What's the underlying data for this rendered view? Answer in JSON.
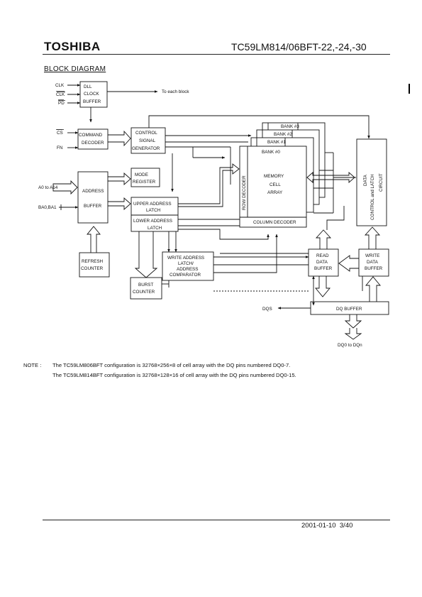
{
  "header": {
    "brand": "TOSHIBA",
    "part_number": "TC59LM814/06BFT-22,-24,-30"
  },
  "section_title": "BLOCK DIAGRAM",
  "diagram": {
    "signals": {
      "clk": "CLK",
      "clk_bar": "CLK",
      "pd": "PD",
      "cs": "CS",
      "fn": "FN",
      "addr": "A0 to A14",
      "ba": "BA0,BA1",
      "dqs": "DQS",
      "dq": "DQ0 to DQn",
      "to_each_block": "To each block"
    },
    "blocks": {
      "dll_1": "DLL",
      "dll_2": "CLOCK",
      "dll_3": "BUFFER",
      "cmd_1": "COMMAND",
      "cmd_2": "DECODER",
      "ctrl_1": "CONTROL",
      "ctrl_2": "SIGNAL",
      "ctrl_3": "GENERATOR",
      "mode_1": "MODE",
      "mode_2": "REGISTER",
      "addr_1": "ADDRESS",
      "addr_2": "BUFFER",
      "upper_1": "UPPER ADDRESS",
      "upper_2": "LATCH",
      "lower_1": "LOWER ADDRESS",
      "lower_2": "LATCH",
      "refresh_1": "REFRESH",
      "refresh_2": "COUNTER",
      "write_cmp_1": "WRITE ADDRESS",
      "write_cmp_2": "LATCH/",
      "write_cmp_3": "ADDRESS",
      "write_cmp_4": "COMPARATOR",
      "burst_1": "BURST",
      "burst_2": "COUNTER",
      "bank3": "BANK #3",
      "bank2": "BANK #2",
      "bank1": "BANK #1",
      "bank0": "BANK #0",
      "row_decoder": "ROW DECODER",
      "memory_1": "MEMORY",
      "memory_2": "CELL",
      "memory_3": "ARRAY",
      "column_decoder": "COLUMN DECODER",
      "data_latch_a": "DATA",
      "data_latch_b": "CONTROL and LATCH",
      "data_latch_c": "CIRCUIT",
      "read_1": "READ",
      "read_2": "DATA",
      "read_3": "BUFFER",
      "write_1": "WRITE",
      "write_2": "DATA",
      "write_3": "BUFFER",
      "dq_buffer": "DQ BUFFER"
    }
  },
  "note": {
    "label": "NOTE :",
    "line1": "The TC59LM806BFT configuration is 32768×256×8 of cell array with the DQ pins numbered DQ0-7.",
    "line2": "The TC59LM814BFT configuration is 32768×128×16 of cell array with the DQ pins numbered DQ0-15."
  },
  "footer": {
    "date": "2001-01-10",
    "page": "3/40"
  }
}
